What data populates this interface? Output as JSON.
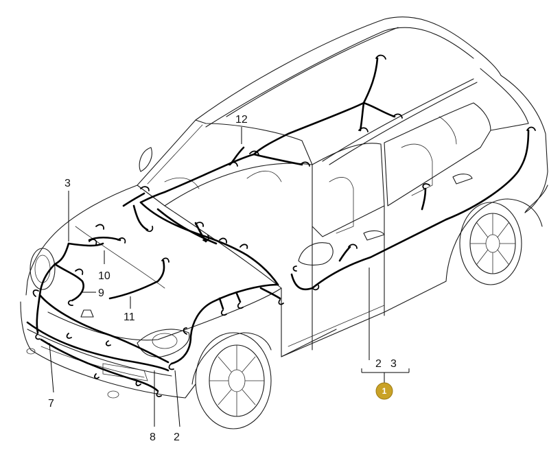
{
  "callouts": {
    "c12": "12",
    "c3": "3",
    "c10": "10",
    "c9": "9",
    "c11": "11",
    "c7": "7",
    "c8": "8",
    "c2": "2",
    "group_left": "2",
    "group_right": "3"
  },
  "badge": {
    "label": "1",
    "color": "#c9a227"
  }
}
